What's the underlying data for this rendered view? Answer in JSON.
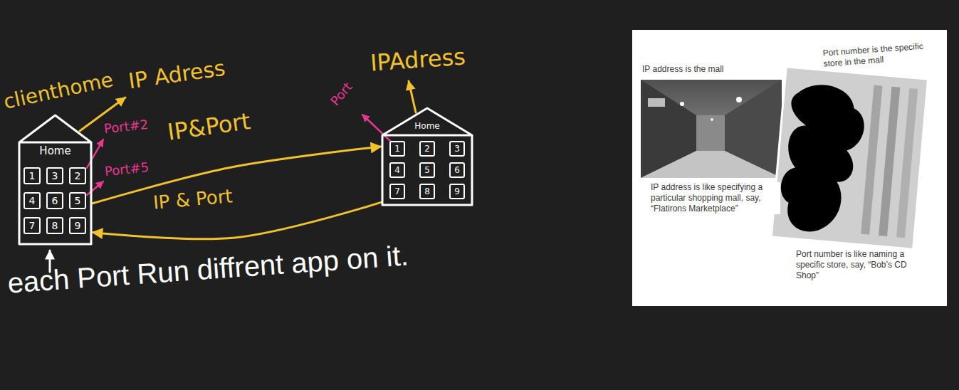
{
  "diagram": {
    "nodes": [
      {
        "text": [
          "Home"
        ]
      },
      {
        "text": [
          "1"
        ],
        "in": 0
      },
      {
        "text": [
          "3"
        ],
        "in": 0
      },
      {
        "text": [
          "2"
        ],
        "in": 0
      },
      {
        "text": [
          "4"
        ],
        "in": 0
      },
      {
        "text": [
          "6"
        ],
        "in": 0
      },
      {
        "text": [
          "5"
        ],
        "in": 0
      },
      {
        "text": [
          "7"
        ],
        "in": 0
      },
      {
        "text": [
          "8"
        ],
        "in": 0
      },
      {
        "text": [
          "9"
        ],
        "in": 0
      },
      {
        "text": [
          "Home"
        ]
      },
      {
        "text": [
          "1"
        ],
        "in": 10
      },
      {
        "text": [
          "2"
        ],
        "in": 10
      },
      {
        "text": [
          "3"
        ],
        "in": 10
      },
      {
        "text": [
          "4"
        ],
        "in": 10
      },
      {
        "text": [
          "5"
        ],
        "in": 10
      },
      {
        "text": [
          "6"
        ],
        "in": 10
      },
      {
        "text": [
          "7"
        ],
        "in": 10
      },
      {
        "text": [
          "8"
        ],
        "in": 10
      },
      {
        "text": [
          "9"
        ],
        "in": 10
      },
      {
        "text": [
          "IP address is the mall",
          "Port number is the specific store in the mall",
          "IP address is like specifying a particular shopping mall, say, “Flatirons Marketplace”",
          "Port number is like naming a specific store, say, “Bob’s CD Shop”"
        ]
      }
    ],
    "edges": [
      {
        "from": 0,
        "to": 10,
        "arrow": "to",
        "label": "IP&Port"
      },
      {
        "from": 10,
        "to": 0,
        "arrow": "to",
        "label": "IP & Port"
      }
    ],
    "labels": [
      "clienthome",
      "IP Adress",
      "Port#2",
      "Port#5",
      "IPAdress",
      "Port",
      "each Port Run diffrent app on it."
    ]
  }
}
